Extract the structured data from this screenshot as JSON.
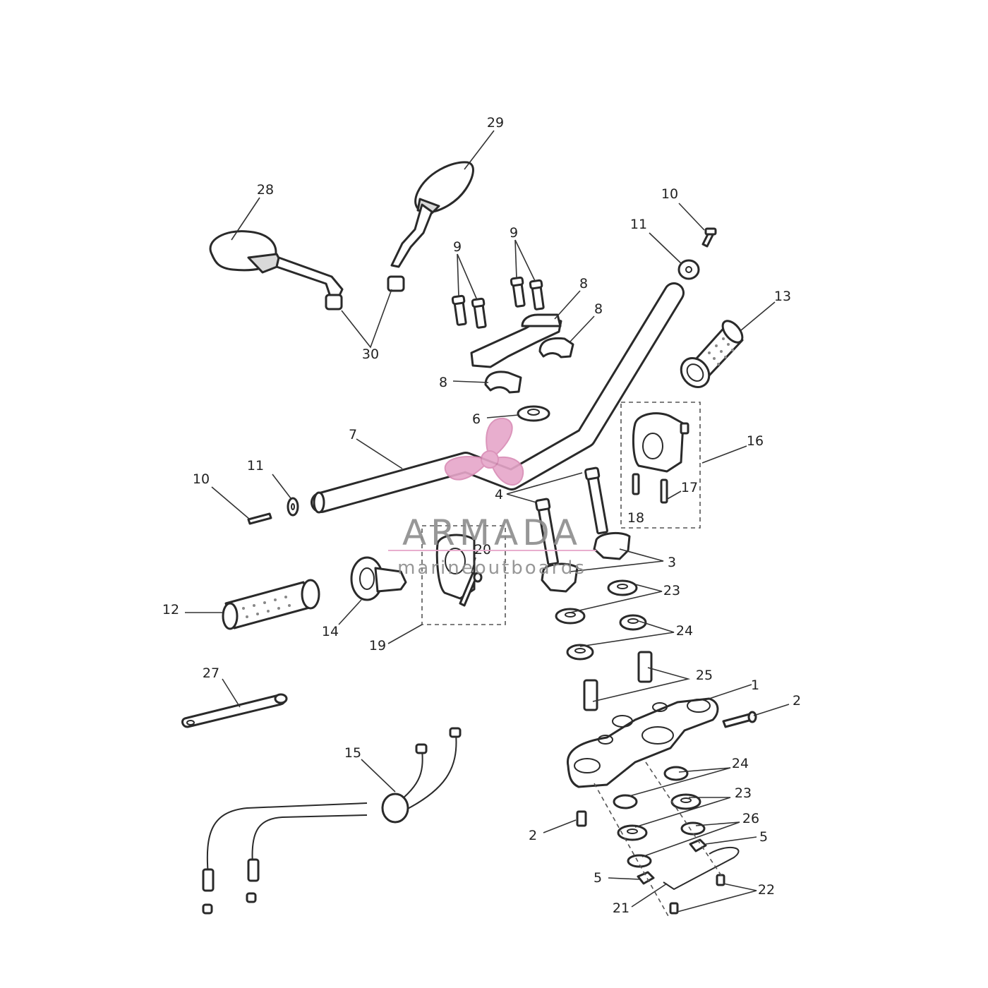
{
  "callouts": {
    "c1": "1",
    "c2a": "2",
    "c2b": "2",
    "c3": "3",
    "c4": "4",
    "c5a": "5",
    "c5b": "5",
    "c6": "6",
    "c7": "7",
    "c8a": "8",
    "c8b": "8",
    "c8c": "8",
    "c9a": "9",
    "c9b": "9",
    "c10a": "10",
    "c10b": "10",
    "c11a": "11",
    "c11b": "11",
    "c12": "12",
    "c13": "13",
    "c14": "14",
    "c15": "15",
    "c16": "16",
    "c17": "17",
    "c18": "18",
    "c19": "19",
    "c20": "20",
    "c21": "21",
    "c22": "22",
    "c23a": "23",
    "c23b": "23",
    "c24a": "24",
    "c24b": "24",
    "c25": "25",
    "c26": "26",
    "c27": "27",
    "c28": "28",
    "c29": "29",
    "c30": "30"
  },
  "watermark": {
    "brand": "ARMADA",
    "tagline": "marineoutboards",
    "logo_color": "#e6a6c9",
    "text_color": "#8c8c8c"
  },
  "icons": {
    "logo": "propeller-logo-icon"
  }
}
